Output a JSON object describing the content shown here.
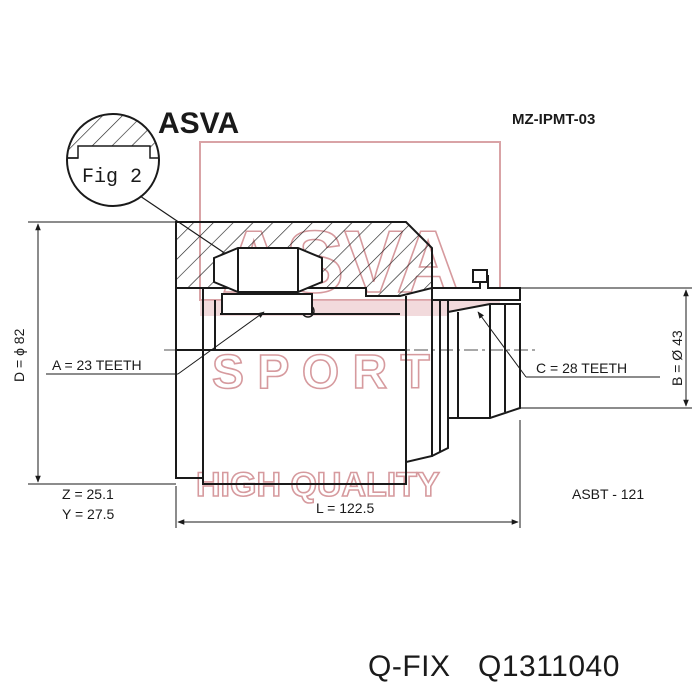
{
  "header": {
    "brand": "ASVA",
    "part_code": "MZ-IPMT-03",
    "detail_label": "Fig 2"
  },
  "watermark": {
    "brand": "ASVA",
    "sport": "S P O R T",
    "quality": "HIGH QUALITY",
    "color": "#d9a3a6"
  },
  "dimensions": {
    "diameter_d": "D = ϕ 82",
    "diameter_b": "B = Ø 43",
    "teeth_a": "A = 23 TEETH",
    "teeth_c": "C = 28 TEETH",
    "z": "Z = 25.1",
    "y": "Y = 27.5",
    "length": "L = 122.5",
    "reference": "ASBT - 121"
  },
  "footer": {
    "brand": "Q-FIX",
    "part_number": "Q1311040"
  }
}
